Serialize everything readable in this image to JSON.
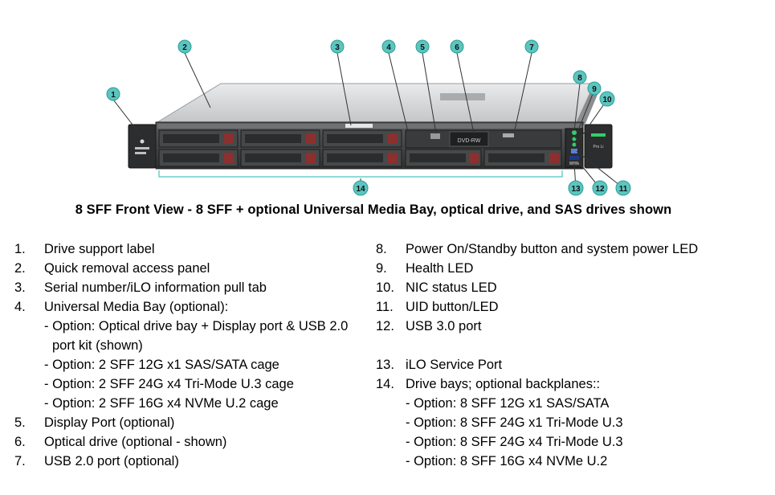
{
  "caption": "8 SFF Front View - 8 SFF + optional Universal Media Bay, optical drive, and SAS drives shown",
  "callouts": [
    "1",
    "2",
    "3",
    "4",
    "5",
    "6",
    "7",
    "8",
    "9",
    "10",
    "11",
    "12",
    "13",
    "14"
  ],
  "chassis": {
    "optical_label": "DVD-RW",
    "brand_text": "Pro Li"
  },
  "colors": {
    "callout_fill": "#5cc5bf",
    "callout_stroke": "#2a9d98",
    "led_green": "#2fd06a"
  },
  "left_list": {
    "n1": "1.",
    "t1": "Drive support label",
    "n2": "2.",
    "t2": "Quick removal access panel",
    "n3": "3.",
    "t3": "Serial number/iLO information pull tab",
    "n4": "4.",
    "t4": "Universal Media Bay (optional):",
    "o4a": "- Option: Optical drive bay + Display port & USB 2.0",
    "o4a_cont": "port kit (shown)",
    "o4b": "- Option: 2 SFF 12G x1 SAS/SATA cage",
    "o4c": "- Option: 2 SFF 24G x4 Tri-Mode U.3 cage",
    "o4d": "- Option: 2 SFF 16G x4 NVMe U.2 cage",
    "n5": "5.",
    "t5": "Display Port (optional)",
    "n6": "6.",
    "t6": "Optical drive (optional - shown)",
    "n7": "7.",
    "t7": "USB 2.0 port (optional)"
  },
  "right_list": {
    "n8": "8.",
    "t8": "Power On/Standby button and system power LED",
    "n9": "9.",
    "t9": "Health LED",
    "n10": "10.",
    "t10": "NIC status LED",
    "n11": "11.",
    "t11": "UID button/LED",
    "n12": "12.",
    "t12": "USB 3.0 port",
    "n13": "13.",
    "t13": "iLO Service Port",
    "n14": "14.",
    "t14": "Drive bays; optional backplanes::",
    "o14a": "- Option: 8 SFF 12G x1 SAS/SATA",
    "o14b": "- Option: 8 SFF 24G x1 Tri-Mode U.3",
    "o14c": "- Option: 8 SFF 24G x4 Tri-Mode U.3",
    "o14d": "- Option: 8 SFF 16G x4 NVMe U.2"
  }
}
